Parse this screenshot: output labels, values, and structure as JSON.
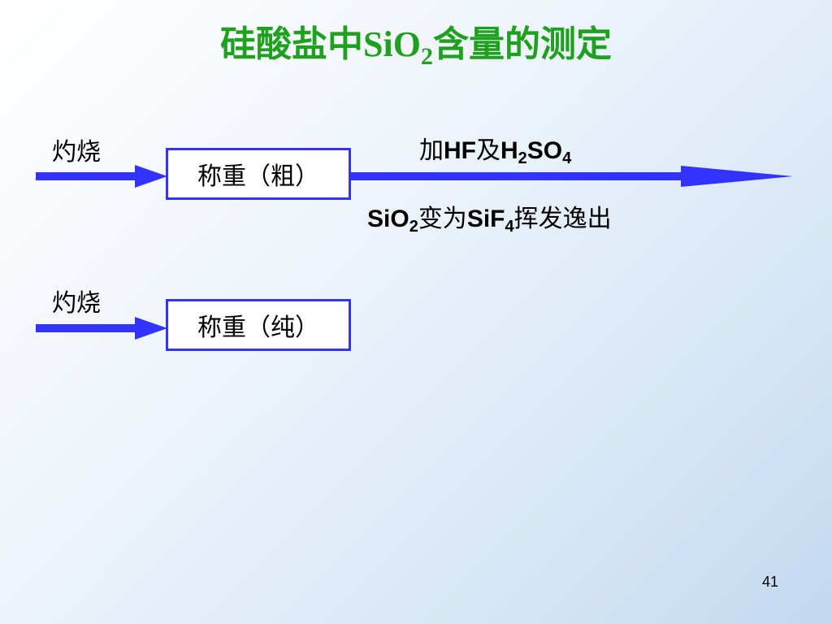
{
  "title": {
    "prefix": "硅酸盐中",
    "formula_main": "SiO",
    "formula_sub": "2",
    "suffix": "含量的测定"
  },
  "flow_top": {
    "heat_label": "灼烧",
    "box_label": "称重（粗）",
    "reagent": {
      "pre": "加",
      "hf": "HF",
      "and": "及",
      "h": "H",
      "h_sub": "2",
      "so": "SO",
      "so_sub": "4"
    },
    "result": {
      "sio": "SiO",
      "sio_sub": "2",
      "change": "变为",
      "sif": "SiF",
      "sif_sub": "4",
      "escape": "挥发逸出"
    }
  },
  "flow_bottom": {
    "heat_label": "灼烧",
    "box_label": "称重（纯）"
  },
  "page_number": "41",
  "colors": {
    "title": "#1fa01f",
    "arrow": "#3333ff",
    "box_border": "#3333ff"
  }
}
